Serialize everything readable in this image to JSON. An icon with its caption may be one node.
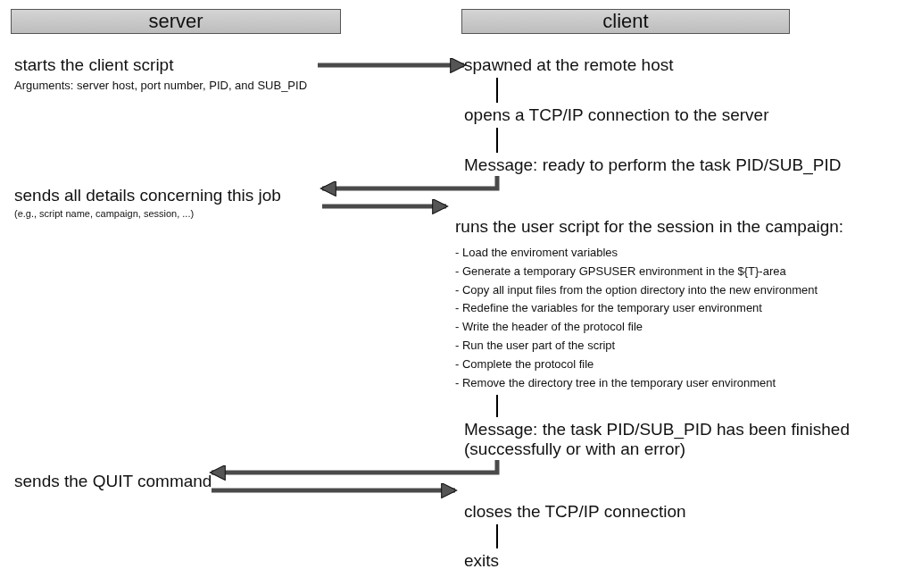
{
  "diagram": {
    "nodes": [
      {
        "text": [
          "server"
        ]
      },
      {
        "text": [
          "client"
        ]
      },
      {
        "text": [
          "starts the client script",
          "Arguments: server host, port number, PID, and SUB_PID"
        ]
      },
      {
        "text": [
          "spawned at the remote host"
        ]
      },
      {
        "text": [
          "opens a TCP/IP connection to the server"
        ]
      },
      {
        "text": [
          "Message: ready to perform the task PID/SUB_PID"
        ]
      },
      {
        "text": [
          "sends all details concerning this job",
          "(e.g., script name, campaign, session, ...)"
        ]
      },
      {
        "text": [
          "runs the user script for the session in the campaign:",
          "- Load the enviroment variables",
          "- Generate a temporary GPSUSER environment in the ${T}-area",
          "- Copy all input files from the option directory into the new environment",
          "- Redefine the variables for the temporary user environment",
          "- Write the header of the protocol file",
          "- Run the user part of the script",
          "- Complete the protocol file",
          "- Remove the directory tree in the temporary user environment"
        ]
      },
      {
        "text": [
          "Message: the task PID/SUB_PID has been finished (successfully or with an error)"
        ]
      },
      {
        "text": [
          "sends the QUIT command"
        ]
      },
      {
        "text": [
          "closes the TCP/IP connection"
        ]
      },
      {
        "text": [
          "exits"
        ]
      }
    ],
    "edges": [
      {
        "from": 2,
        "to": 3,
        "arrow": "to"
      },
      {
        "from": 3,
        "to": 4,
        "arrow": "none"
      },
      {
        "from": 4,
        "to": 5,
        "arrow": "none"
      },
      {
        "from": 5,
        "to": 6,
        "arrow": "to"
      },
      {
        "from": 6,
        "to": 7,
        "arrow": "to"
      },
      {
        "from": 7,
        "to": 8,
        "arrow": "none"
      },
      {
        "from": 8,
        "to": 9,
        "arrow": "to"
      },
      {
        "from": 9,
        "to": 10,
        "arrow": "to"
      },
      {
        "from": 10,
        "to": 11,
        "arrow": "none"
      }
    ]
  }
}
